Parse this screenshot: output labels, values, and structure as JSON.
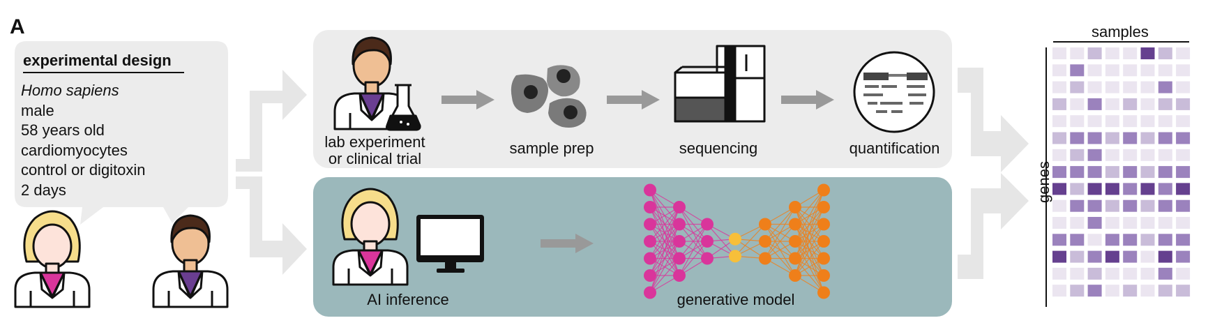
{
  "panel_letter": "A",
  "design": {
    "title": "experimental design",
    "lines": [
      "Homo sapiens",
      "male",
      "58 years old",
      "cardiomyocytes",
      "control or digitoxin",
      "2 days"
    ]
  },
  "lab": {
    "steps": [
      "lab experiment\nor clinical trial",
      "sample prep",
      "sequencing",
      "quantification"
    ],
    "step_lines": [
      [
        "lab experiment",
        "or clinical trial"
      ],
      [
        "sample prep"
      ],
      [
        "sequencing"
      ],
      [
        "quantification"
      ]
    ]
  },
  "ai": {
    "steps": [
      "AI inference",
      "generative model"
    ]
  },
  "matrix": {
    "columns_label": "samples",
    "rows_label": "genes",
    "levels": [
      [
        1,
        1,
        2,
        1,
        1,
        4,
        2,
        1
      ],
      [
        1,
        3,
        1,
        1,
        1,
        1,
        1,
        1
      ],
      [
        1,
        2,
        1,
        1,
        1,
        1,
        3,
        1
      ],
      [
        2,
        1,
        3,
        1,
        2,
        1,
        2,
        2
      ],
      [
        1,
        1,
        1,
        1,
        1,
        1,
        1,
        1
      ],
      [
        2,
        3,
        3,
        2,
        3,
        2,
        3,
        3
      ],
      [
        1,
        2,
        3,
        1,
        1,
        1,
        1,
        1
      ],
      [
        3,
        3,
        3,
        2,
        3,
        2,
        3,
        3
      ],
      [
        4,
        2,
        4,
        4,
        3,
        4,
        3,
        4
      ],
      [
        1,
        3,
        3,
        2,
        3,
        2,
        3,
        3
      ],
      [
        1,
        1,
        3,
        1,
        1,
        1,
        1,
        1
      ],
      [
        3,
        3,
        1,
        3,
        3,
        2,
        3,
        3
      ],
      [
        4,
        2,
        3,
        4,
        3,
        1,
        4,
        3
      ],
      [
        1,
        1,
        2,
        1,
        1,
        1,
        3,
        1
      ],
      [
        1,
        2,
        3,
        1,
        2,
        1,
        2,
        2
      ]
    ]
  },
  "colors": {
    "lab_panel": "#ececec",
    "ai_panel": "#9bb8bb",
    "flow_arrow": "#e6e6e6",
    "step_arrow": "#999999",
    "nn_pink": "#d9359b",
    "nn_orange": "#ef7f1a",
    "nn_yellow": "#f7bf3a",
    "heat": [
      "#ebe5f0",
      "#c9bcd9",
      "#9b82bd",
      "#65408f"
    ]
  }
}
